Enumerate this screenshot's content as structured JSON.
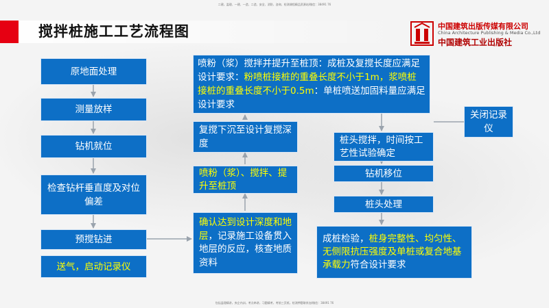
{
  "header": {
    "top_note": "二建，监理、一建、一造、二造、安全、消防、咨询、检测课程精品资源站/微信：38491 76",
    "title": "搅拌桩施工工艺流程图",
    "publisher_cn": "中国建筑出版传媒有限公司",
    "publisher_en": "China Architecture Publishing & Media Co.,Ltd",
    "publisher_calligraphy": "中国建筑工业出版社",
    "bottom_note": "包括监理精讲，央企内训，考点串讲，习题精考，考前三页纸，检测押题联系加/微信：38491 76"
  },
  "flow": {
    "col1": [
      "原地面处理",
      "测量放样",
      "钻机就位",
      "检查钻杆垂直度及对位偏差",
      "预搅钻进",
      "送气，启动记录仪"
    ],
    "col2": {
      "confirm_hl": "确认达到设计深度和地层",
      "confirm_text": "，记录施工设备贯入地层的反应，核查地质资料",
      "spray_mix": "喷粉（浆）、搅拌、提升至桩顶",
      "resink": "复搅下沉至设计复搅深度",
      "top_text1": "喷粉（浆）搅拌并提升至桩顶：成桩及复搅长度应满足设计要求：",
      "top_hl1": "粉喷桩接桩的重叠长度不小于1m，浆喷桩接桩的重叠长度不小于0.5m",
      "top_text2": "：单桩喷送加固料量应满足设计要求"
    },
    "col3": {
      "close_recorder": "关闭记录仪",
      "pile_head_mix": "桩头搅拌，时间按工艺性试验确定",
      "rig_move": "钻机移位",
      "pile_head_treat": "桩头处理",
      "check_text1": "成桩检验，",
      "check_hl": "桩身完整性、均匀性、无侧限抗压强度及单桩或复合地基承载力",
      "check_text2": "符合设计要求"
    }
  },
  "colors": {
    "box_fill": "#0d6fc6",
    "highlight": "#ffff00",
    "accent_red": "#e60012"
  }
}
